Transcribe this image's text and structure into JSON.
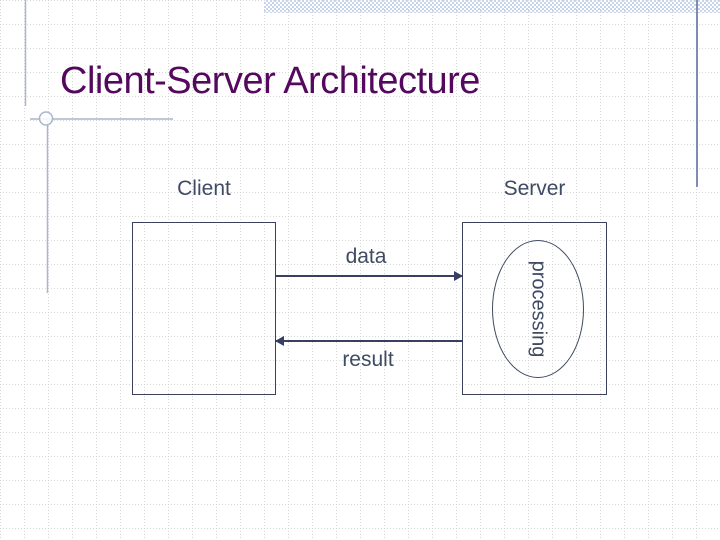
{
  "slide": {
    "title": "Client-Server Architecture"
  },
  "diagram": {
    "client_label": "Client",
    "server_label": "Server",
    "data_label": "data",
    "result_label": "result",
    "processing_label": "processing"
  },
  "colors": {
    "title": "#54095E",
    "text": "#3F4A63",
    "box_border": "#39425A",
    "arrow": "#383F63",
    "decor": "#A8B6CF",
    "decor_strong": "#7E8EB2",
    "band": "#C7D4E9",
    "grid": "#D8D8D8"
  }
}
